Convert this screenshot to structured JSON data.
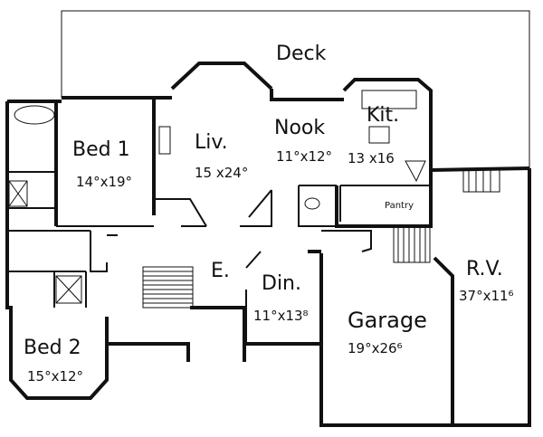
{
  "labels": {
    "deck": "Deck",
    "nook": "Nook",
    "nook_dim": "11°x12°",
    "kitchen": "Kit.",
    "kitchen_dim": "13 x16",
    "living": "Liv.",
    "living_dim": "15 x24°",
    "bed1": "Bed 1",
    "bed1_dim": "14°x19°",
    "bed2": "Bed 2",
    "bed2_dim": "15°x12°",
    "entry": "E.",
    "dining": "Din.",
    "dining_dim": "11°x13⁸",
    "garage": "Garage",
    "garage_dim": "19°x26⁶",
    "rv": "R.V.",
    "rv_dim": "37°x11⁶",
    "pantry": "Pantry"
  }
}
